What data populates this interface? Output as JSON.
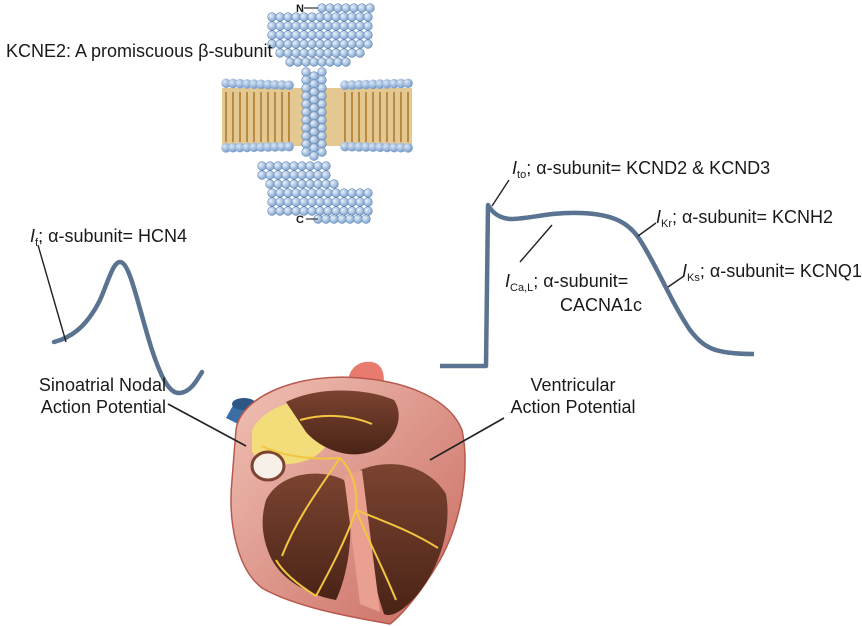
{
  "protein": {
    "title": "KCNE2: A promiscuous β-subunit",
    "n_terminus": "N",
    "c_terminus": "C"
  },
  "sinoatrial": {
    "current_symbol": "I",
    "current_sub": "f",
    "current_text": "; α-subunit= HCN4",
    "label_line1": "Sinoatrial Nodal",
    "label_line2": "Action Potential"
  },
  "ventricular": {
    "ito_symbol": "I",
    "ito_sub": "to",
    "ito_text": "; α-subunit= KCND2 & KCND3",
    "ikr_symbol": "I",
    "ikr_sub": "Kr",
    "ikr_text": "; α-subunit= KCNH2",
    "ical_symbol": "I",
    "ical_sub": "Ca,L",
    "ical_text": "; α-subunit=",
    "ical_gene": "CACNA1c",
    "iks_symbol": "I",
    "iks_sub": "Ks",
    "iks_text": "; α-subunit= KCNQ1",
    "label_line1": "Ventricular",
    "label_line2": "Action Potential"
  },
  "colors": {
    "trace": "#5a7390",
    "helix_bead": "#9bbbe0",
    "lipid_head": "#8fb3dd",
    "lipid_tail": "#c9a15a",
    "heart_outer": "#e8a39a",
    "heart_inner": "#6b3a2a",
    "conduction": "#f2c640",
    "vessel_blue": "#3a6ea5"
  }
}
